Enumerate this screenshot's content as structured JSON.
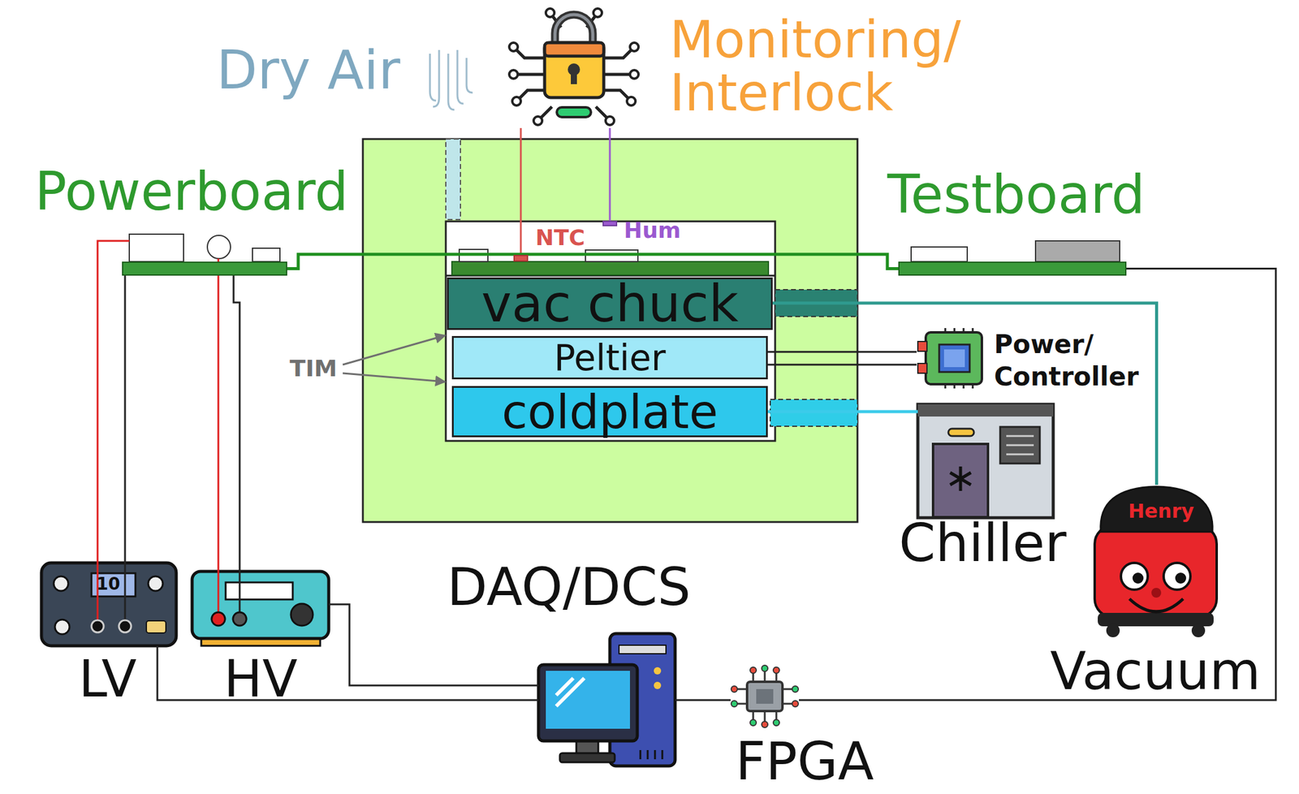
{
  "diagram": {
    "nodes": [
      {
        "text": [
          "Monitoring/ Interlock"
        ]
      },
      {
        "text": [
          "Powerboard"
        ]
      },
      {
        "text": [
          "vac chuck"
        ]
      },
      {
        "text": [
          "Peltier"
        ]
      },
      {
        "text": [
          "coldplate"
        ]
      },
      {
        "text": [
          "NTC"
        ]
      },
      {
        "text": [
          "Hum"
        ]
      },
      {
        "text": [
          "Testboard"
        ]
      },
      {
        "text": [
          "Power/ Controller"
        ]
      },
      {
        "text": [
          "Chiller"
        ]
      },
      {
        "text": [
          "Vacuum"
        ]
      },
      {
        "text": [
          "LV"
        ]
      },
      {
        "text": [
          "HV"
        ]
      },
      {
        "text": [
          "DAQ/DCS"
        ]
      },
      {
        "text": [
          "FPGA"
        ]
      }
    ],
    "edges": [
      {
        "from": 5,
        "to": 0,
        "arrow": "none"
      },
      {
        "from": 6,
        "to": 0,
        "arrow": "none"
      },
      {
        "from": 1,
        "to": 7,
        "arrow": "none"
      },
      {
        "from": 3,
        "to": 8,
        "arrow": "none"
      },
      {
        "from": 4,
        "to": 9,
        "arrow": "none"
      },
      {
        "from": 2,
        "to": 10,
        "arrow": "none"
      },
      {
        "from": 11,
        "to": 13,
        "arrow": "none"
      },
      {
        "from": 12,
        "to": 13,
        "arrow": "none"
      },
      {
        "from": 13,
        "to": 14,
        "arrow": "none"
      },
      {
        "from": 14,
        "to": 7,
        "arrow": "none"
      },
      {
        "from": 11,
        "to": 1,
        "arrow": "none"
      },
      {
        "from": 12,
        "to": 1,
        "arrow": "none"
      }
    ],
    "labels": [
      "Dry Air",
      "TIM",
      "Henry",
      "10"
    ]
  }
}
